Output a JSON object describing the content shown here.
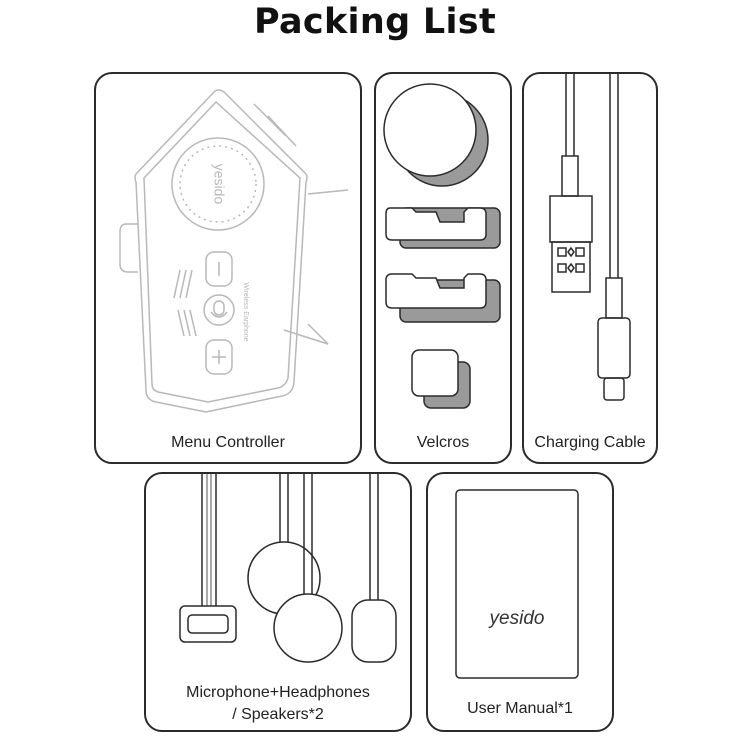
{
  "page": {
    "title": "Packing List"
  },
  "items": {
    "menu_controller": {
      "label": "Menu Controller",
      "brand": "yesido",
      "printed_text": "Wireless Earphone"
    },
    "velcros": {
      "label": "Velcros"
    },
    "charging_cable": {
      "label": "Charging Cable"
    },
    "mic_headphones": {
      "label_line1": "Microphone+Headphones",
      "label_line2": "/ Speakers*2"
    },
    "user_manual": {
      "label": "User Manual*1",
      "brand": "yesido"
    }
  },
  "colors": {
    "outline": "#2b2b2b",
    "device_line": "#b8b8b8",
    "velcro_shadow": "#9a9a9a"
  }
}
